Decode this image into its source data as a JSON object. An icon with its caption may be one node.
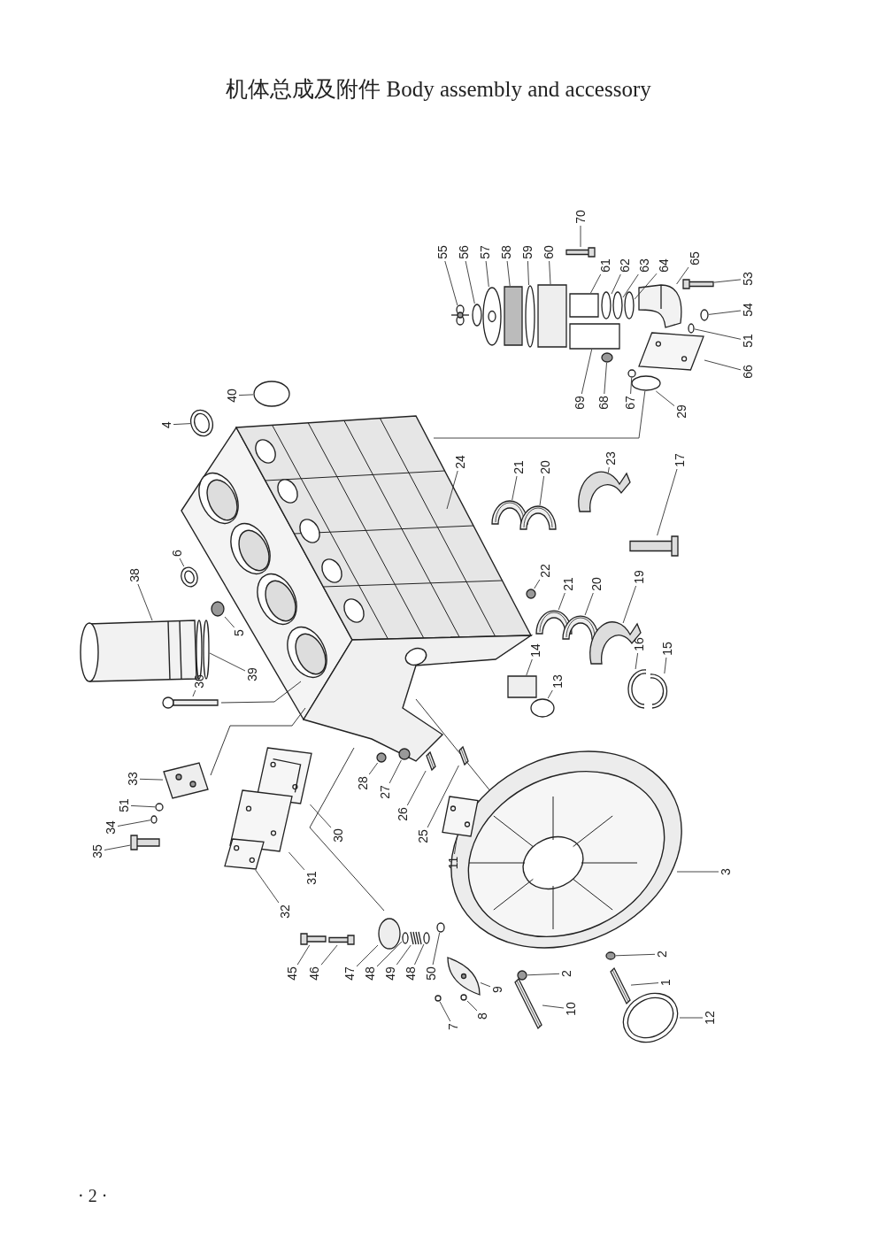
{
  "diagram": {
    "title": "机体总成及附件 Body assembly and accessory",
    "nodes": [
      {
        "text": [
          "70"
        ]
      },
      {
        "text": [
          "55"
        ]
      },
      {
        "text": [
          "56"
        ]
      },
      {
        "text": [
          "57"
        ]
      },
      {
        "text": [
          "58"
        ]
      },
      {
        "text": [
          "59"
        ]
      },
      {
        "text": [
          "60"
        ]
      },
      {
        "text": [
          "61"
        ]
      },
      {
        "text": [
          "62"
        ]
      },
      {
        "text": [
          "63"
        ]
      },
      {
        "text": [
          "64"
        ]
      },
      {
        "text": [
          "65"
        ]
      },
      {
        "text": [
          "53"
        ]
      },
      {
        "text": [
          "54"
        ]
      },
      {
        "text": [
          "51"
        ]
      },
      {
        "text": [
          "67"
        ]
      },
      {
        "text": [
          "66"
        ]
      },
      {
        "text": [
          "69"
        ]
      },
      {
        "text": [
          "68"
        ]
      },
      {
        "text": [
          "29"
        ]
      },
      {
        "text": [
          "40"
        ]
      },
      {
        "text": [
          "4"
        ]
      },
      {
        "text": [
          "24"
        ]
      },
      {
        "text": [
          "21"
        ]
      },
      {
        "text": [
          "20"
        ]
      },
      {
        "text": [
          "23"
        ]
      },
      {
        "text": [
          "17"
        ]
      },
      {
        "text": [
          "38"
        ]
      },
      {
        "text": [
          "6"
        ]
      },
      {
        "text": [
          "5"
        ]
      },
      {
        "text": [
          "22"
        ]
      },
      {
        "text": [
          "21"
        ]
      },
      {
        "text": [
          "20"
        ]
      },
      {
        "text": [
          "19"
        ]
      },
      {
        "text": [
          "16"
        ]
      },
      {
        "text": [
          "15"
        ]
      },
      {
        "text": [
          "39"
        ]
      },
      {
        "text": [
          "14"
        ]
      },
      {
        "text": [
          "13"
        ]
      },
      {
        "text": [
          "36"
        ]
      },
      {
        "text": [
          "28"
        ]
      },
      {
        "text": [
          "27"
        ]
      },
      {
        "text": [
          "26"
        ]
      },
      {
        "text": [
          "25"
        ]
      },
      {
        "text": [
          "11"
        ]
      },
      {
        "text": [
          "33"
        ]
      },
      {
        "text": [
          "51"
        ]
      },
      {
        "text": [
          "34"
        ]
      },
      {
        "text": [
          "35"
        ]
      },
      {
        "text": [
          "30"
        ]
      },
      {
        "text": [
          "31"
        ]
      },
      {
        "text": [
          "32"
        ]
      },
      {
        "text": [
          "3"
        ]
      },
      {
        "text": [
          "45"
        ]
      },
      {
        "text": [
          "46"
        ]
      },
      {
        "text": [
          "47"
        ]
      },
      {
        "text": [
          "48"
        ]
      },
      {
        "text": [
          "49"
        ]
      },
      {
        "text": [
          "48"
        ]
      },
      {
        "text": [
          "50"
        ]
      },
      {
        "text": [
          "2"
        ]
      },
      {
        "text": [
          "1"
        ]
      },
      {
        "text": [
          "2"
        ]
      },
      {
        "text": [
          "9"
        ]
      },
      {
        "text": [
          "8"
        ]
      },
      {
        "text": [
          "10"
        ]
      },
      {
        "text": [
          "7"
        ]
      },
      {
        "text": [
          "12"
        ]
      },
      {
        "text": [],
        "shape": "picture"
      },
      {
        "text": [],
        "shape": "picture"
      },
      {
        "text": [],
        "shape": "circle"
      },
      {
        "text": [],
        "shape": "picture"
      },
      {
        "text": [],
        "shape": "box"
      },
      {
        "text": [],
        "shape": "circle"
      },
      {
        "text": [],
        "shape": "box"
      },
      {
        "text": [],
        "shape": "box"
      },
      {
        "text": [],
        "shape": "circle"
      },
      {
        "text": [],
        "shape": "circle"
      },
      {
        "text": [],
        "shape": "circle"
      },
      {
        "text": [],
        "shape": "picture"
      },
      {
        "text": [],
        "shape": "picture"
      },
      {
        "text": [],
        "shape": "circle"
      },
      {
        "text": [],
        "shape": "circle"
      },
      {
        "text": [],
        "shape": "circle"
      },
      {
        "text": [],
        "shape": "picture"
      },
      {
        "text": [],
        "shape": "box"
      },
      {
        "text": [],
        "shape": "circle"
      },
      {
        "text": [],
        "shape": "circle"
      },
      {
        "text": [],
        "shape": "circle"
      },
      {
        "text": [],
        "shape": "picture"
      },
      {
        "text": [],
        "shape": "picture"
      },
      {
        "text": [],
        "shape": "picture"
      },
      {
        "text": [],
        "shape": "picture"
      },
      {
        "text": [],
        "shape": "picture"
      },
      {
        "text": [],
        "shape": "picture"
      },
      {
        "text": [],
        "shape": "circle"
      },
      {
        "text": [],
        "shape": "circle"
      },
      {
        "text": [],
        "shape": "picture"
      },
      {
        "text": [],
        "shape": "picture"
      },
      {
        "text": [],
        "shape": "picture"
      },
      {
        "text": [],
        "shape": "picture"
      },
      {
        "text": [],
        "shape": "picture"
      },
      {
        "text": [],
        "shape": "picture"
      },
      {
        "text": [],
        "shape": "box"
      },
      {
        "text": [],
        "shape": "circle"
      },
      {
        "text": [],
        "shape": "picture"
      },
      {
        "text": [],
        "shape": "circle"
      },
      {
        "text": [],
        "shape": "circle"
      },
      {
        "text": [],
        "shape": "picture"
      },
      {
        "text": [],
        "shape": "picture"
      },
      {
        "text": [],
        "shape": "picture"
      },
      {
        "text": [],
        "shape": "picture"
      },
      {
        "text": [],
        "shape": "circle"
      },
      {
        "text": [],
        "shape": "circle"
      },
      {
        "text": [],
        "shape": "picture"
      },
      {
        "text": [],
        "shape": "picture"
      },
      {
        "text": [],
        "shape": "picture"
      },
      {
        "text": [],
        "shape": "picture"
      },
      {
        "text": [],
        "shape": "picture"
      },
      {
        "text": [],
        "shape": "picture"
      },
      {
        "text": [],
        "shape": "circle"
      },
      {
        "text": [],
        "shape": "circle"
      },
      {
        "text": [],
        "shape": "picture"
      },
      {
        "text": [],
        "shape": "circle"
      },
      {
        "text": [],
        "shape": "circle"
      },
      {
        "text": [],
        "shape": "circle"
      },
      {
        "text": [],
        "shape": "picture"
      },
      {
        "text": [],
        "shape": "circle"
      },
      {
        "text": [],
        "shape": "picture"
      },
      {
        "text": [],
        "shape": "circle"
      },
      {
        "text": [],
        "shape": "picture"
      },
      {
        "text": [],
        "shape": "circle"
      },
      {
        "text": [],
        "shape": "picture"
      }
    ],
    "edges": [
      {
        "from": 0,
        "to": 68,
        "arrow": "none"
      },
      {
        "from": 1,
        "to": 69,
        "arrow": "none"
      },
      {
        "from": 2,
        "to": 70,
        "arrow": "none"
      },
      {
        "from": 3,
        "to": 71,
        "arrow": "none"
      },
      {
        "from": 4,
        "to": 72,
        "arrow": "none"
      },
      {
        "from": 5,
        "to": 73,
        "arrow": "none"
      },
      {
        "from": 6,
        "to": 74,
        "arrow": "none"
      },
      {
        "from": 7,
        "to": 75,
        "arrow": "none"
      },
      {
        "from": 8,
        "to": 76,
        "arrow": "none"
      },
      {
        "from": 9,
        "to": 77,
        "arrow": "none"
      },
      {
        "from": 10,
        "to": 78,
        "arrow": "none"
      },
      {
        "from": 11,
        "to": 79,
        "arrow": "none"
      },
      {
        "from": 12,
        "to": 80,
        "arrow": "none"
      },
      {
        "from": 13,
        "to": 81,
        "arrow": "none"
      },
      {
        "from": 14,
        "to": 82,
        "arrow": "none"
      },
      {
        "from": 15,
        "to": 83,
        "arrow": "none"
      },
      {
        "from": 16,
        "to": 84,
        "arrow": "none"
      },
      {
        "from": 17,
        "to": 85,
        "arrow": "none"
      },
      {
        "from": 18,
        "to": 86,
        "arrow": "none"
      },
      {
        "from": 19,
        "to": 87,
        "arrow": "none"
      },
      {
        "from": 20,
        "to": 88,
        "arrow": "none"
      },
      {
        "from": 21,
        "to": 89,
        "arrow": "none"
      },
      {
        "from": 22,
        "to": null,
        "arrow": "none"
      },
      {
        "from": 23,
        "to": 90,
        "arrow": "none"
      },
      {
        "from": 24,
        "to": 91,
        "arrow": "none"
      },
      {
        "from": 25,
        "to": 92,
        "arrow": "none"
      },
      {
        "from": 26,
        "to": 93,
        "arrow": "none"
      },
      {
        "from": 27,
        "to": null,
        "arrow": "none"
      },
      {
        "from": 28,
        "to": 94,
        "arrow": "none"
      },
      {
        "from": 29,
        "to": 95,
        "arrow": "none"
      },
      {
        "from": 30,
        "to": 96,
        "arrow": "none"
      },
      {
        "from": 31,
        "to": 97,
        "arrow": "none"
      },
      {
        "from": 32,
        "to": 98,
        "arrow": "none"
      },
      {
        "from": 33,
        "to": 99,
        "arrow": "none"
      },
      {
        "from": 34,
        "to": 100,
        "arrow": "none"
      },
      {
        "from": 35,
        "to": 101,
        "arrow": "none"
      },
      {
        "from": 36,
        "to": 102,
        "arrow": "none"
      },
      {
        "from": 37,
        "to": 103,
        "arrow": "none"
      },
      {
        "from": 38,
        "to": 104,
        "arrow": "none"
      },
      {
        "from": 39,
        "to": 105,
        "arrow": "none"
      },
      {
        "from": 40,
        "to": 106,
        "arrow": "none"
      },
      {
        "from": 41,
        "to": 107,
        "arrow": "none"
      },
      {
        "from": 42,
        "to": 108,
        "arrow": "none"
      },
      {
        "from": 43,
        "to": 109,
        "arrow": "none"
      },
      {
        "from": 44,
        "to": 110,
        "arrow": "none"
      },
      {
        "from": 45,
        "to": 111,
        "arrow": "none"
      },
      {
        "from": 46,
        "to": 112,
        "arrow": "none"
      },
      {
        "from": 47,
        "to": 113,
        "arrow": "none"
      },
      {
        "from": 48,
        "to": 114,
        "arrow": "none"
      },
      {
        "from": 49,
        "to": 115,
        "arrow": "none"
      },
      {
        "from": 50,
        "to": 116,
        "arrow": "none"
      },
      {
        "from": 51,
        "to": 117,
        "arrow": "none"
      },
      {
        "from": 52,
        "to": null,
        "arrow": "none"
      },
      {
        "from": 53,
        "to": 118,
        "arrow": "none"
      },
      {
        "from": 54,
        "to": 119,
        "arrow": "none"
      },
      {
        "from": 55,
        "to": 120,
        "arrow": "none"
      },
      {
        "from": 56,
        "to": 121,
        "arrow": "none"
      },
      {
        "from": 57,
        "to": 122,
        "arrow": "none"
      },
      {
        "from": 58,
        "to": 123,
        "arrow": "none"
      },
      {
        "from": 59,
        "to": 124,
        "arrow": "none"
      },
      {
        "from": 60,
        "to": 125,
        "arrow": "none"
      },
      {
        "from": 61,
        "to": 126,
        "arrow": "none"
      },
      {
        "from": 62,
        "to": 127,
        "arrow": "none"
      },
      {
        "from": 63,
        "to": 128,
        "arrow": "none"
      },
      {
        "from": 64,
        "to": 129,
        "arrow": "none"
      },
      {
        "from": 65,
        "to": 130,
        "arrow": "none"
      },
      {
        "from": 66,
        "to": 131,
        "arrow": "none"
      },
      {
        "from": 67,
        "to": 132,
        "arrow": "none"
      },
      {
        "from": 87,
        "to": null,
        "arrow": "none"
      }
    ],
    "labels": [
      "· 2 ·"
    ]
  }
}
